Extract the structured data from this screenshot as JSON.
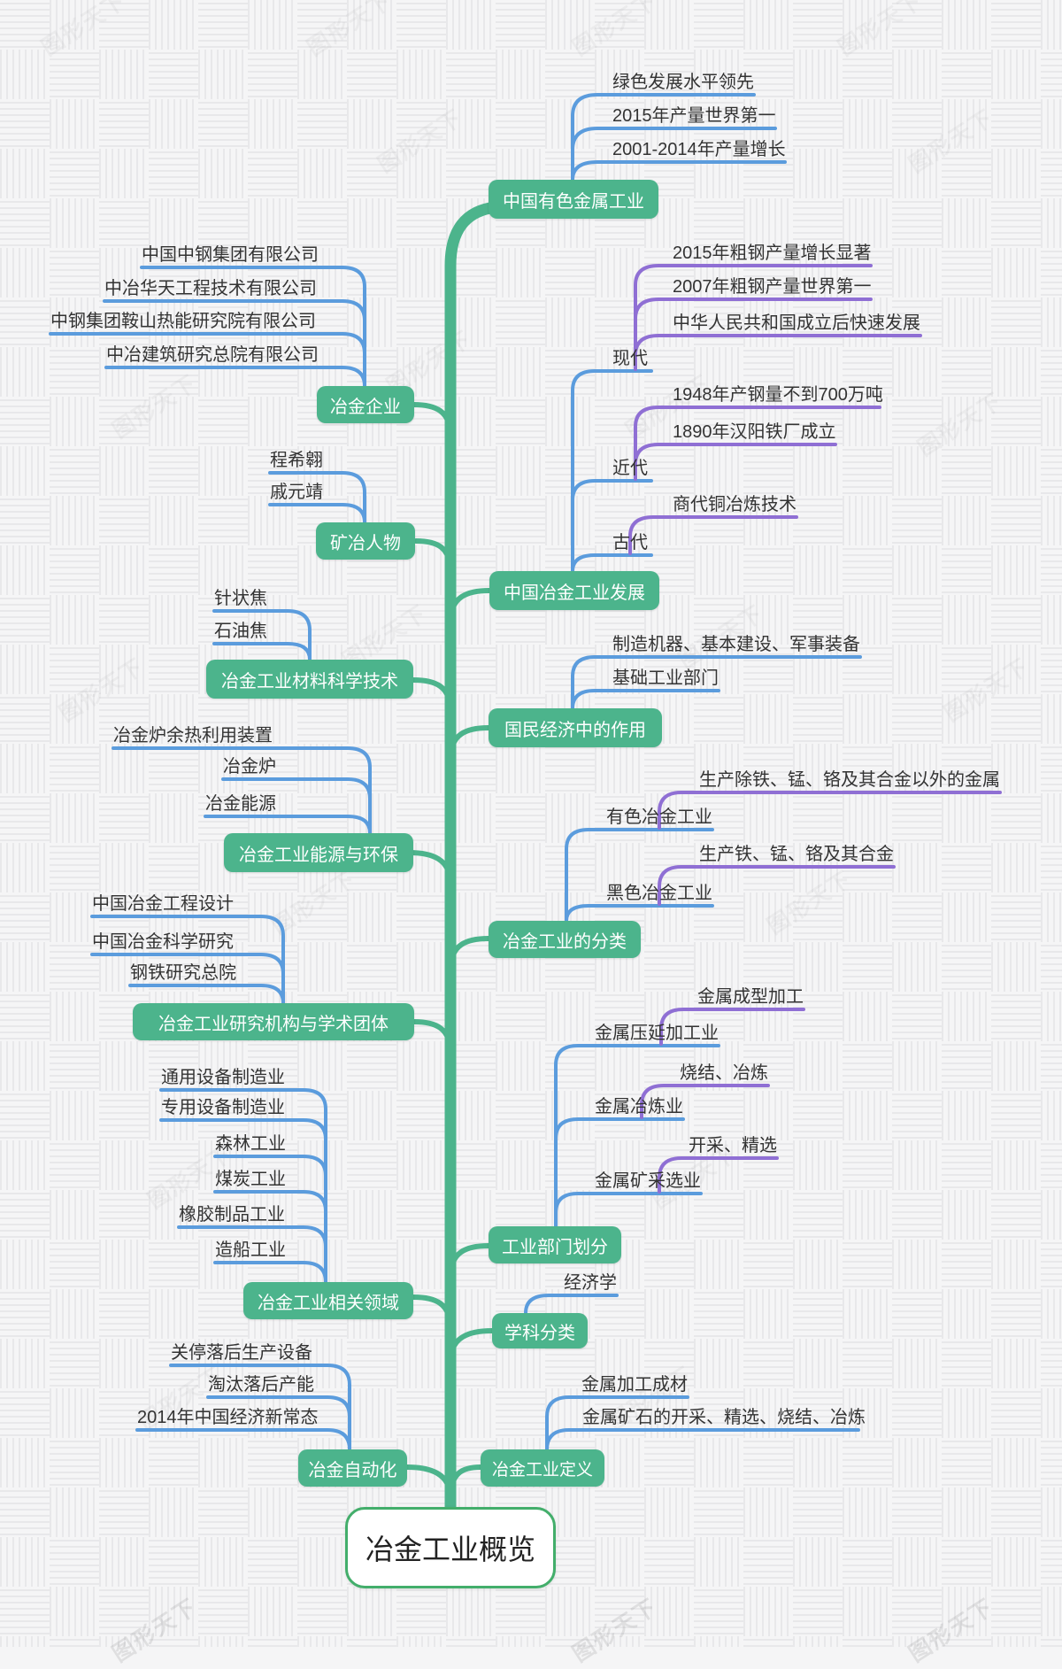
{
  "root": {
    "label": "冶金工业概览"
  },
  "watermark": "图形天下",
  "colors": {
    "node_green": "#4cb48c",
    "root_border": "#43ae6b",
    "branch_blue": "#5b9cdd",
    "branch_purple": "#8f6fd4",
    "label_text": "#333333"
  },
  "right_branches": [
    {
      "label": "中国有色金属工业",
      "children": [
        {
          "label": "绿色发展水平领先"
        },
        {
          "label": "2015年产量世界第一"
        },
        {
          "label": "2001-2014年产量增长"
        }
      ]
    },
    {
      "label": "中国冶金工业发展",
      "children": [
        {
          "label": "现代",
          "children": [
            {
              "label": "2015年粗钢产量增长显著"
            },
            {
              "label": "2007年粗钢产量世界第一"
            },
            {
              "label": "中华人民共和国成立后快速发展"
            }
          ]
        },
        {
          "label": "近代",
          "children": [
            {
              "label": "1948年产钢量不到700万吨"
            },
            {
              "label": "1890年汉阳铁厂成立"
            }
          ]
        },
        {
          "label": "古代",
          "children": [
            {
              "label": "商代铜冶炼技术"
            }
          ]
        }
      ]
    },
    {
      "label": "国民经济中的作用",
      "children": [
        {
          "label": "制造机器、基本建设、军事装备"
        },
        {
          "label": "基础工业部门"
        }
      ]
    },
    {
      "label": "冶金工业的分类",
      "children": [
        {
          "label": "有色冶金工业",
          "children": [
            {
              "label": "生产除铁、锰、铬及其合金以外的金属"
            }
          ]
        },
        {
          "label": "黑色冶金工业",
          "children": [
            {
              "label": "生产铁、锰、铬及其合金"
            }
          ]
        }
      ]
    },
    {
      "label": "工业部门划分",
      "children": [
        {
          "label": "金属压延加工业",
          "children": [
            {
              "label": "金属成型加工"
            }
          ]
        },
        {
          "label": "金属冶炼业",
          "children": [
            {
              "label": "烧结、冶炼"
            }
          ]
        },
        {
          "label": "金属矿采选业",
          "children": [
            {
              "label": "开采、精选"
            }
          ]
        }
      ]
    },
    {
      "label": "学科分类",
      "children": [
        {
          "label": "经济学"
        }
      ]
    },
    {
      "label": "冶金工业定义",
      "children": [
        {
          "label": "金属加工成材"
        },
        {
          "label": "金属矿石的开采、精选、烧结、冶炼"
        }
      ]
    }
  ],
  "left_branches": [
    {
      "label": "冶金企业",
      "children": [
        {
          "label": "中国中钢集团有限公司"
        },
        {
          "label": "中冶华天工程技术有限公司"
        },
        {
          "label": "中钢集团鞍山热能研究院有限公司"
        },
        {
          "label": "中冶建筑研究总院有限公司"
        }
      ]
    },
    {
      "label": "矿冶人物",
      "children": [
        {
          "label": "程希翱"
        },
        {
          "label": "戚元靖"
        }
      ]
    },
    {
      "label": "冶金工业材料科学技术",
      "children": [
        {
          "label": "针状焦"
        },
        {
          "label": "石油焦"
        }
      ]
    },
    {
      "label": "冶金工业能源与环保",
      "children": [
        {
          "label": "冶金炉余热利用装置"
        },
        {
          "label": "冶金炉"
        },
        {
          "label": "冶金能源"
        }
      ]
    },
    {
      "label": "冶金工业研究机构与学术团体",
      "children": [
        {
          "label": "中国冶金工程设计"
        },
        {
          "label": "中国冶金科学研究"
        },
        {
          "label": "钢铁研究总院"
        }
      ]
    },
    {
      "label": "冶金工业相关领域",
      "children": [
        {
          "label": "通用设备制造业"
        },
        {
          "label": "专用设备制造业"
        },
        {
          "label": "森林工业"
        },
        {
          "label": "煤炭工业"
        },
        {
          "label": "橡胶制品工业"
        },
        {
          "label": "造船工业"
        }
      ]
    },
    {
      "label": "冶金自动化",
      "children": [
        {
          "label": "关停落后生产设备"
        },
        {
          "label": "淘汰落后产能"
        },
        {
          "label": "2014年中国经济新常态"
        }
      ]
    }
  ]
}
